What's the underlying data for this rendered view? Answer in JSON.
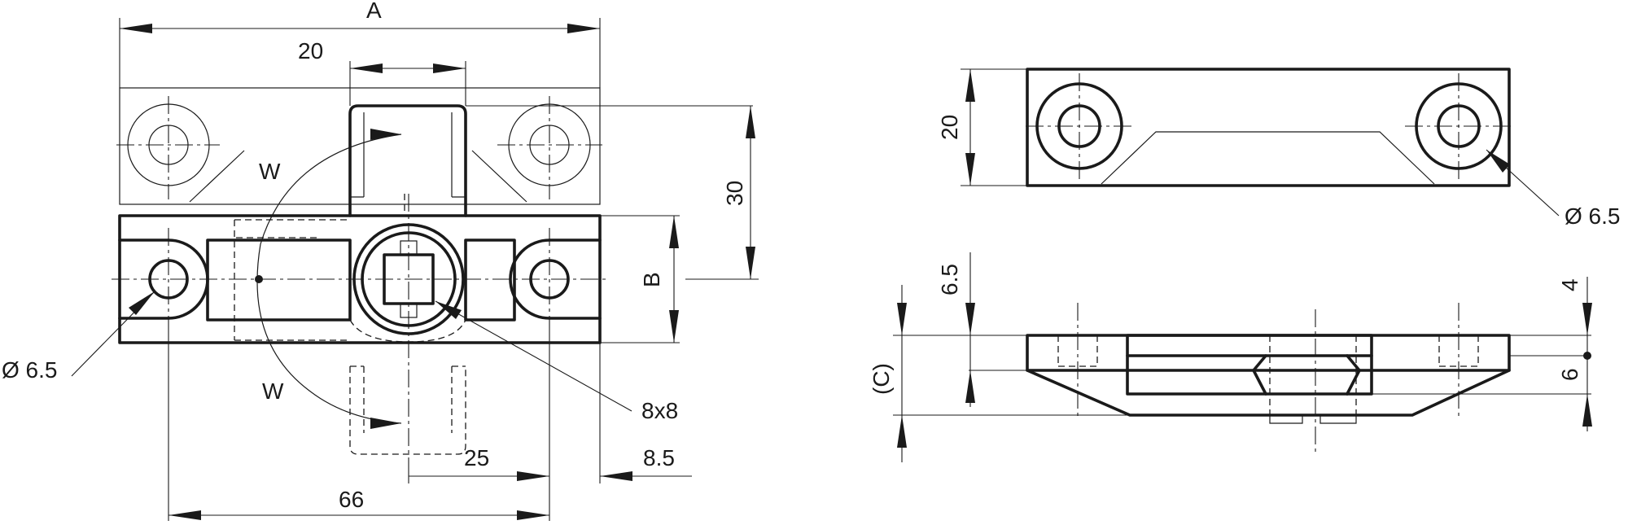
{
  "diagram": {
    "labels": {
      "dim_A": "A",
      "dim_20_top": "20",
      "dim_30": "30",
      "dim_B": "B",
      "dim_66": "66",
      "dim_25": "25",
      "dim_8_5": "8.5",
      "hole_left": "Ø 6.5",
      "square_drive": "8x8",
      "swing_upper": "W",
      "swing_lower": "W",
      "dim_20_side": "20",
      "hole_right": "Ø 6.5",
      "dim_6_5": "6.5",
      "dim_C": "(C)",
      "dim_4": "4",
      "dim_6": "6"
    }
  }
}
